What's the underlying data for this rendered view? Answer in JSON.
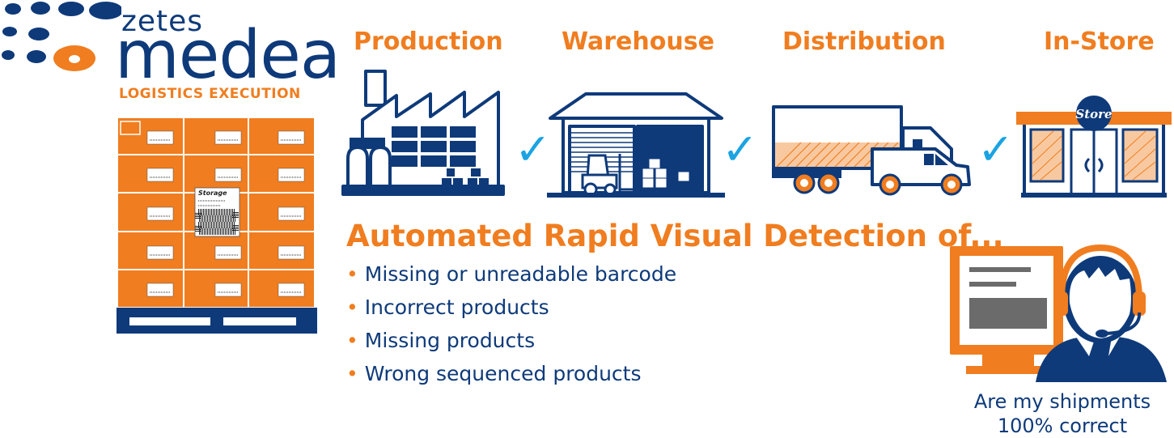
{
  "brand": {
    "company": "zetes",
    "product": "medea",
    "subtitle": "LOGISTICS EXECUTION"
  },
  "stages": [
    {
      "label": "Production",
      "icon": "factory-icon"
    },
    {
      "label": "Warehouse",
      "icon": "warehouse-icon"
    },
    {
      "label": "Distribution",
      "icon": "truck-icon"
    },
    {
      "label": "In-Store",
      "icon": "store-icon"
    }
  ],
  "store_sign": "Store",
  "pallet_label": "Storage",
  "headline": "Automated Rapid Visual Detection of...",
  "detections": [
    "Missing or unreadable barcode",
    "Incorrect products",
    "Missing products",
    "Wrong sequenced products"
  ],
  "operator_question": {
    "line1": "Are my shipments",
    "line2": "100% correct"
  },
  "colors": {
    "orange": "#f07d1f",
    "navy": "#0e3a7a",
    "check_blue": "#1ba3e2"
  }
}
